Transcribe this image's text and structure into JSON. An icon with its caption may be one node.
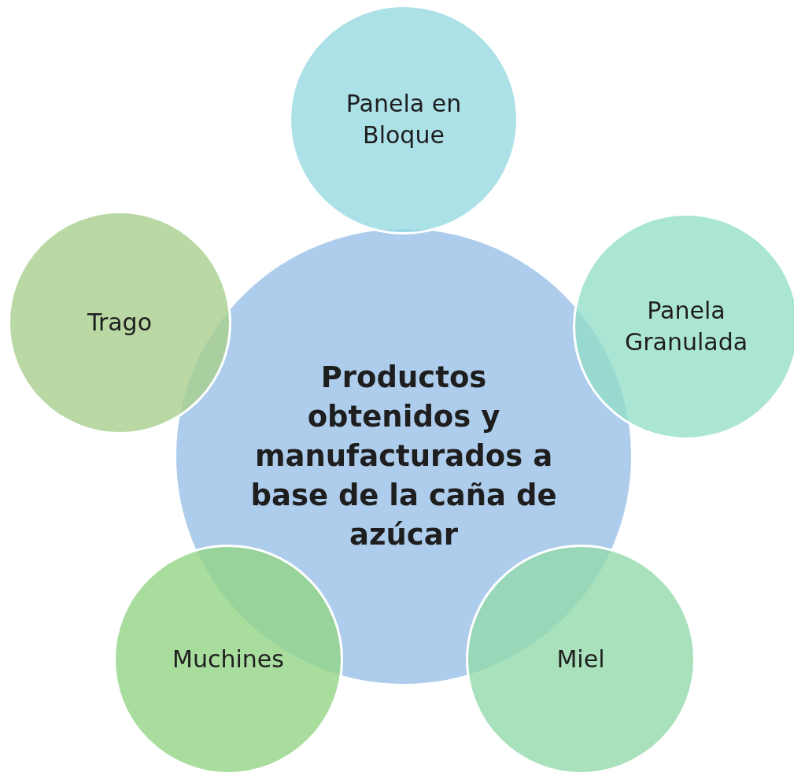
{
  "diagram": {
    "nodes": [
      {
        "text": [
          "Productos obtenidos y manufacturados a base de la caña de azúcar"
        ]
      },
      {
        "text": [
          "Panela en Bloque"
        ]
      },
      {
        "text": [
          "Panela Granulada"
        ]
      },
      {
        "text": [
          "Miel"
        ]
      },
      {
        "text": [
          "Muchines"
        ]
      },
      {
        "text": [
          "Trago"
        ]
      }
    ]
  }
}
